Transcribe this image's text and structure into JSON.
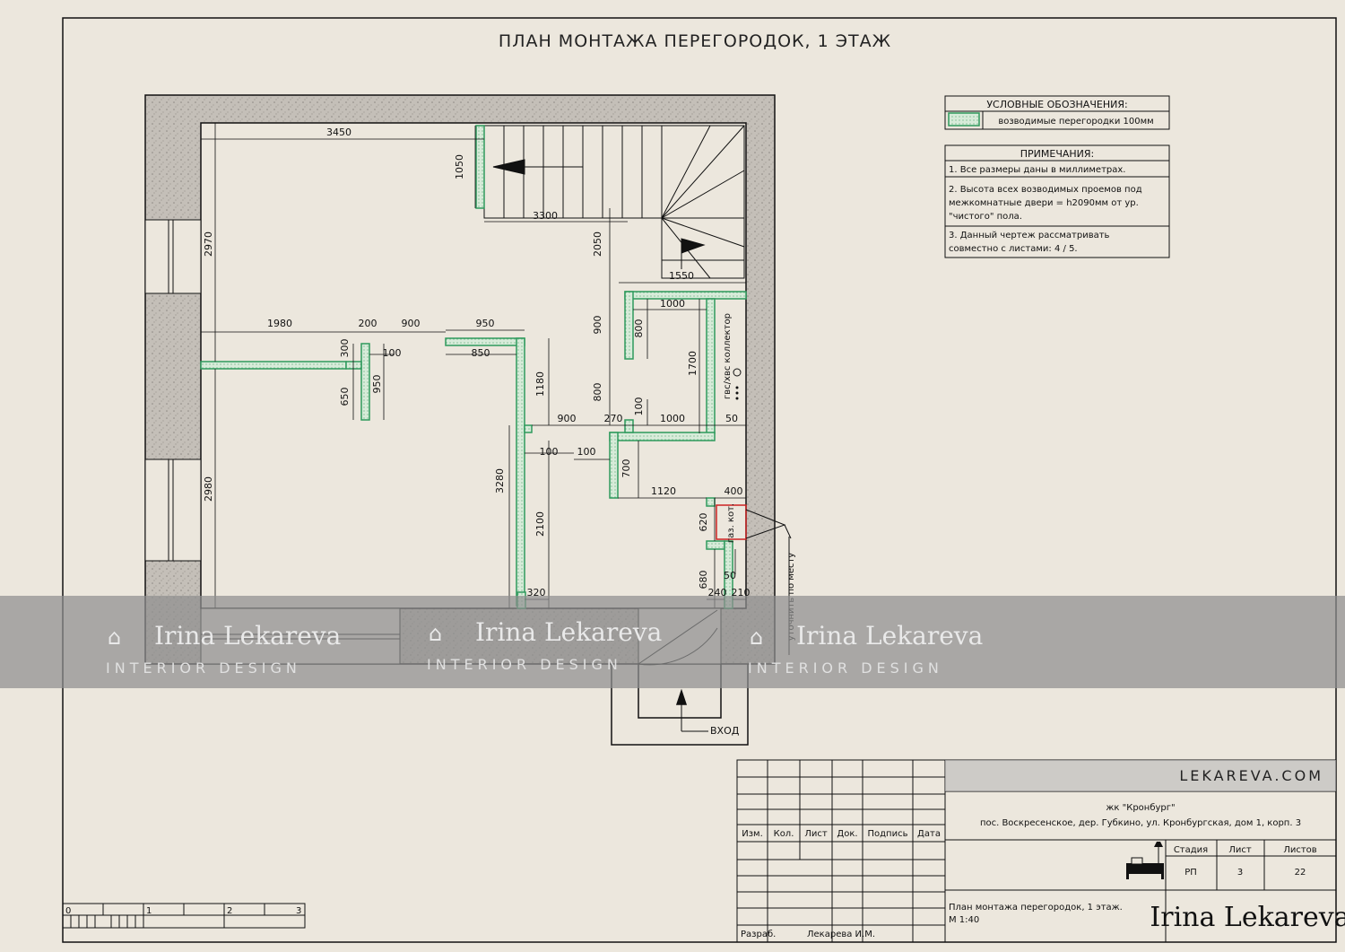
{
  "drawing": {
    "title": "ПЛАН МОНТАЖА ПЕРЕГОРОДОК, 1 ЭТАЖ",
    "entrance_label": "ВХОД",
    "collector_label": "гвс/хвс коллектор",
    "boiler_label": "газ. кот.",
    "clarify_label": "уточнить по месту",
    "dimensions": {
      "d3450": "3450",
      "d1050": "1050",
      "d3300": "3300",
      "d2970": "2970",
      "d2050": "2050",
      "d1550": "1550",
      "d1000a": "1000",
      "d900a": "900",
      "d800a": "800",
      "d1980": "1980",
      "d200": "200",
      "d900b": "900",
      "d950a": "950",
      "d850": "850",
      "d300": "300",
      "d100a": "100",
      "d650": "650",
      "d950b": "950",
      "d1180": "1180",
      "d1700": "1700",
      "d800b": "800",
      "d900c": "900",
      "d270": "270",
      "d100b": "100",
      "d1000b": "1000",
      "d50a": "50",
      "d100c": "100",
      "d100d": "100",
      "d700": "700",
      "d3280": "3280",
      "d2100": "2100",
      "d1120": "1120",
      "d400": "400",
      "d620": "620",
      "d2980": "2980",
      "d320": "320",
      "d680": "680",
      "d50b": "50",
      "d240": "240",
      "d210": "210"
    }
  },
  "legend": {
    "header": "УСЛОВНЫЕ ОБОЗНАЧЕНИЯ:",
    "item": "возводимые перегородки 100мм"
  },
  "notes": {
    "header": "ПРИМЕЧАНИЯ:",
    "n1": "1. Все размеры даны в миллиметрах.",
    "n2a": "2. Высота всех возводимых проемов под",
    "n2b": "межкомнатные двери = h2090мм от ур.",
    "n2c": "\"чистого\" пола.",
    "n3a": "3. Данный чертеж рассматривать",
    "n3b": "совместно с листами: 4 / 5."
  },
  "watermark": {
    "name": "Irina Lekareva",
    "sub": "INTERIOR DESIGN"
  },
  "title_block": {
    "site": "LEKAREVA.COM",
    "project": "жк \"Кронбург\"",
    "address": "пос. Воскресенское, дер. Губкино, ул. Кронбургская, дом 1, корп. 3",
    "col_izm": "Изм.",
    "col_kol": "Кол.",
    "col_list": "Лист",
    "col_dok": "Док.",
    "col_podpis": "Подпись",
    "col_data": "Дата",
    "stage_label": "Стадия",
    "sheet_label": "Лист",
    "sheets_label": "Листов",
    "stage_value": "РП",
    "sheet_value": "3",
    "sheets_value": "22",
    "sheet_title": "План монтажа перегородок, 1 этаж.",
    "scale": "М 1:40",
    "dev_label": "Разраб.",
    "dev_name": "Лекарева И.М.",
    "logo": "Irina Lekareva"
  },
  "scale_bar": {
    "l0": "0",
    "l1": "1",
    "l2": "2",
    "l3": "3"
  },
  "colors": {
    "paper": "#ece7dd",
    "partition": "#2f9a5d",
    "partition_fill": "#cfe4d2",
    "wall_fill": "#bdb8b1",
    "boiler": "#cc2222",
    "band": "#8f8f8f"
  }
}
